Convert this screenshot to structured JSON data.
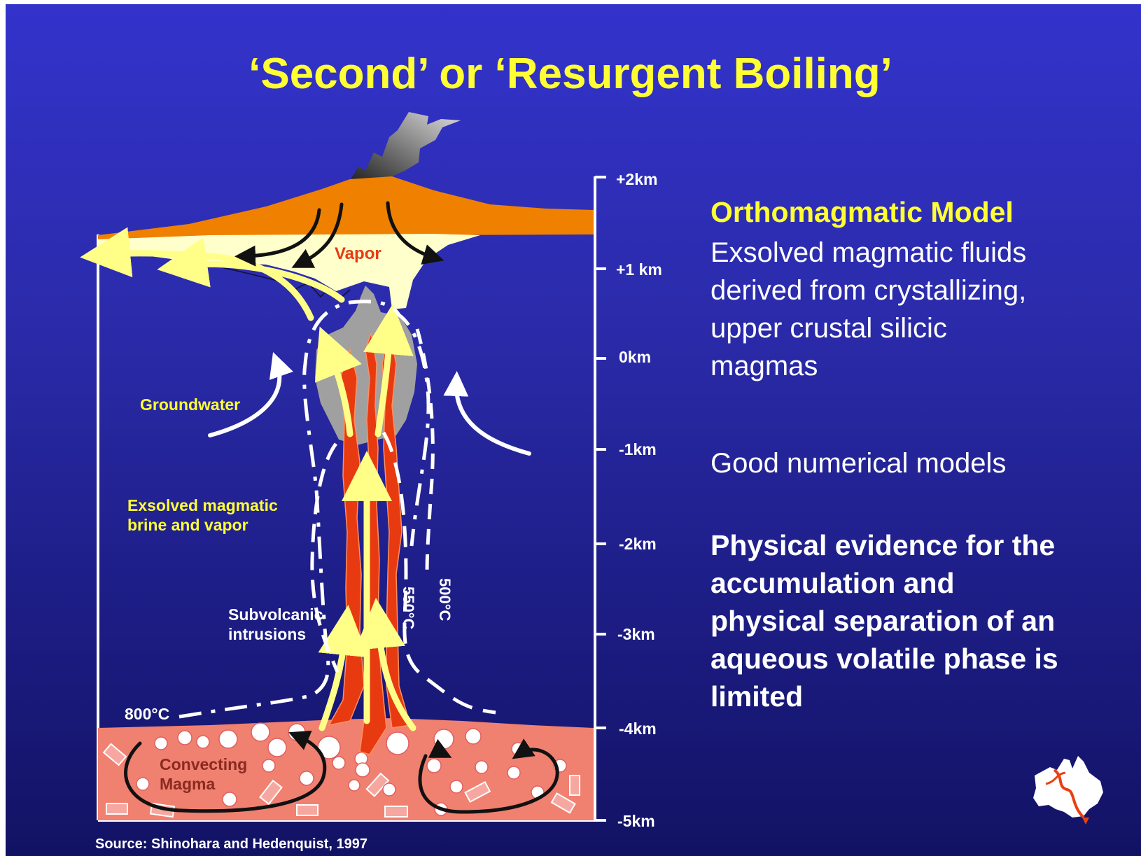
{
  "title": "‘Second’ or ‘Resurgent Boiling’",
  "diagram": {
    "depth_scale": [
      "+2km",
      "+1 km",
      "0km",
      "-1km",
      "-2km",
      "-3km",
      "-4km",
      "-5km"
    ],
    "labels": {
      "vapor": "Vapor",
      "groundwater": "Groundwater",
      "brine_line1": "Exsolved magmatic",
      "brine_line2": "brine and vapor",
      "intrusions_line1": "Subvolcanic",
      "intrusions_line2": "intrusions",
      "temp_800": "800°C",
      "temp_550": "550°C",
      "temp_500": "500°C",
      "magma_line1": "Convecting",
      "magma_line2": "Magma"
    },
    "source": "Source: Shinohara and Hedenquist, 1997"
  },
  "panel": {
    "heading": "Orthomagmatic Model",
    "description_lines": [
      "Exsolved magmatic fluids",
      "derived from crystallizing,",
      "upper crustal silicic",
      "magmas"
    ],
    "numerical": "Good numerical models",
    "evidence_lines": [
      "Physical evidence for the",
      "accumulation and",
      "physical separation of an",
      "aqueous volatile phase is",
      "limited"
    ]
  },
  "colors": {
    "title": "#ffff33",
    "volcano": "#f08000",
    "vapor_zone": "#ffffcc",
    "magma": "#f08070",
    "intrusion": "#e83a10",
    "arrow_yellow": "#ffff88",
    "plume_gray": "#a0a0a0"
  },
  "icons": {
    "logo": "australia-map-logo-icon"
  }
}
